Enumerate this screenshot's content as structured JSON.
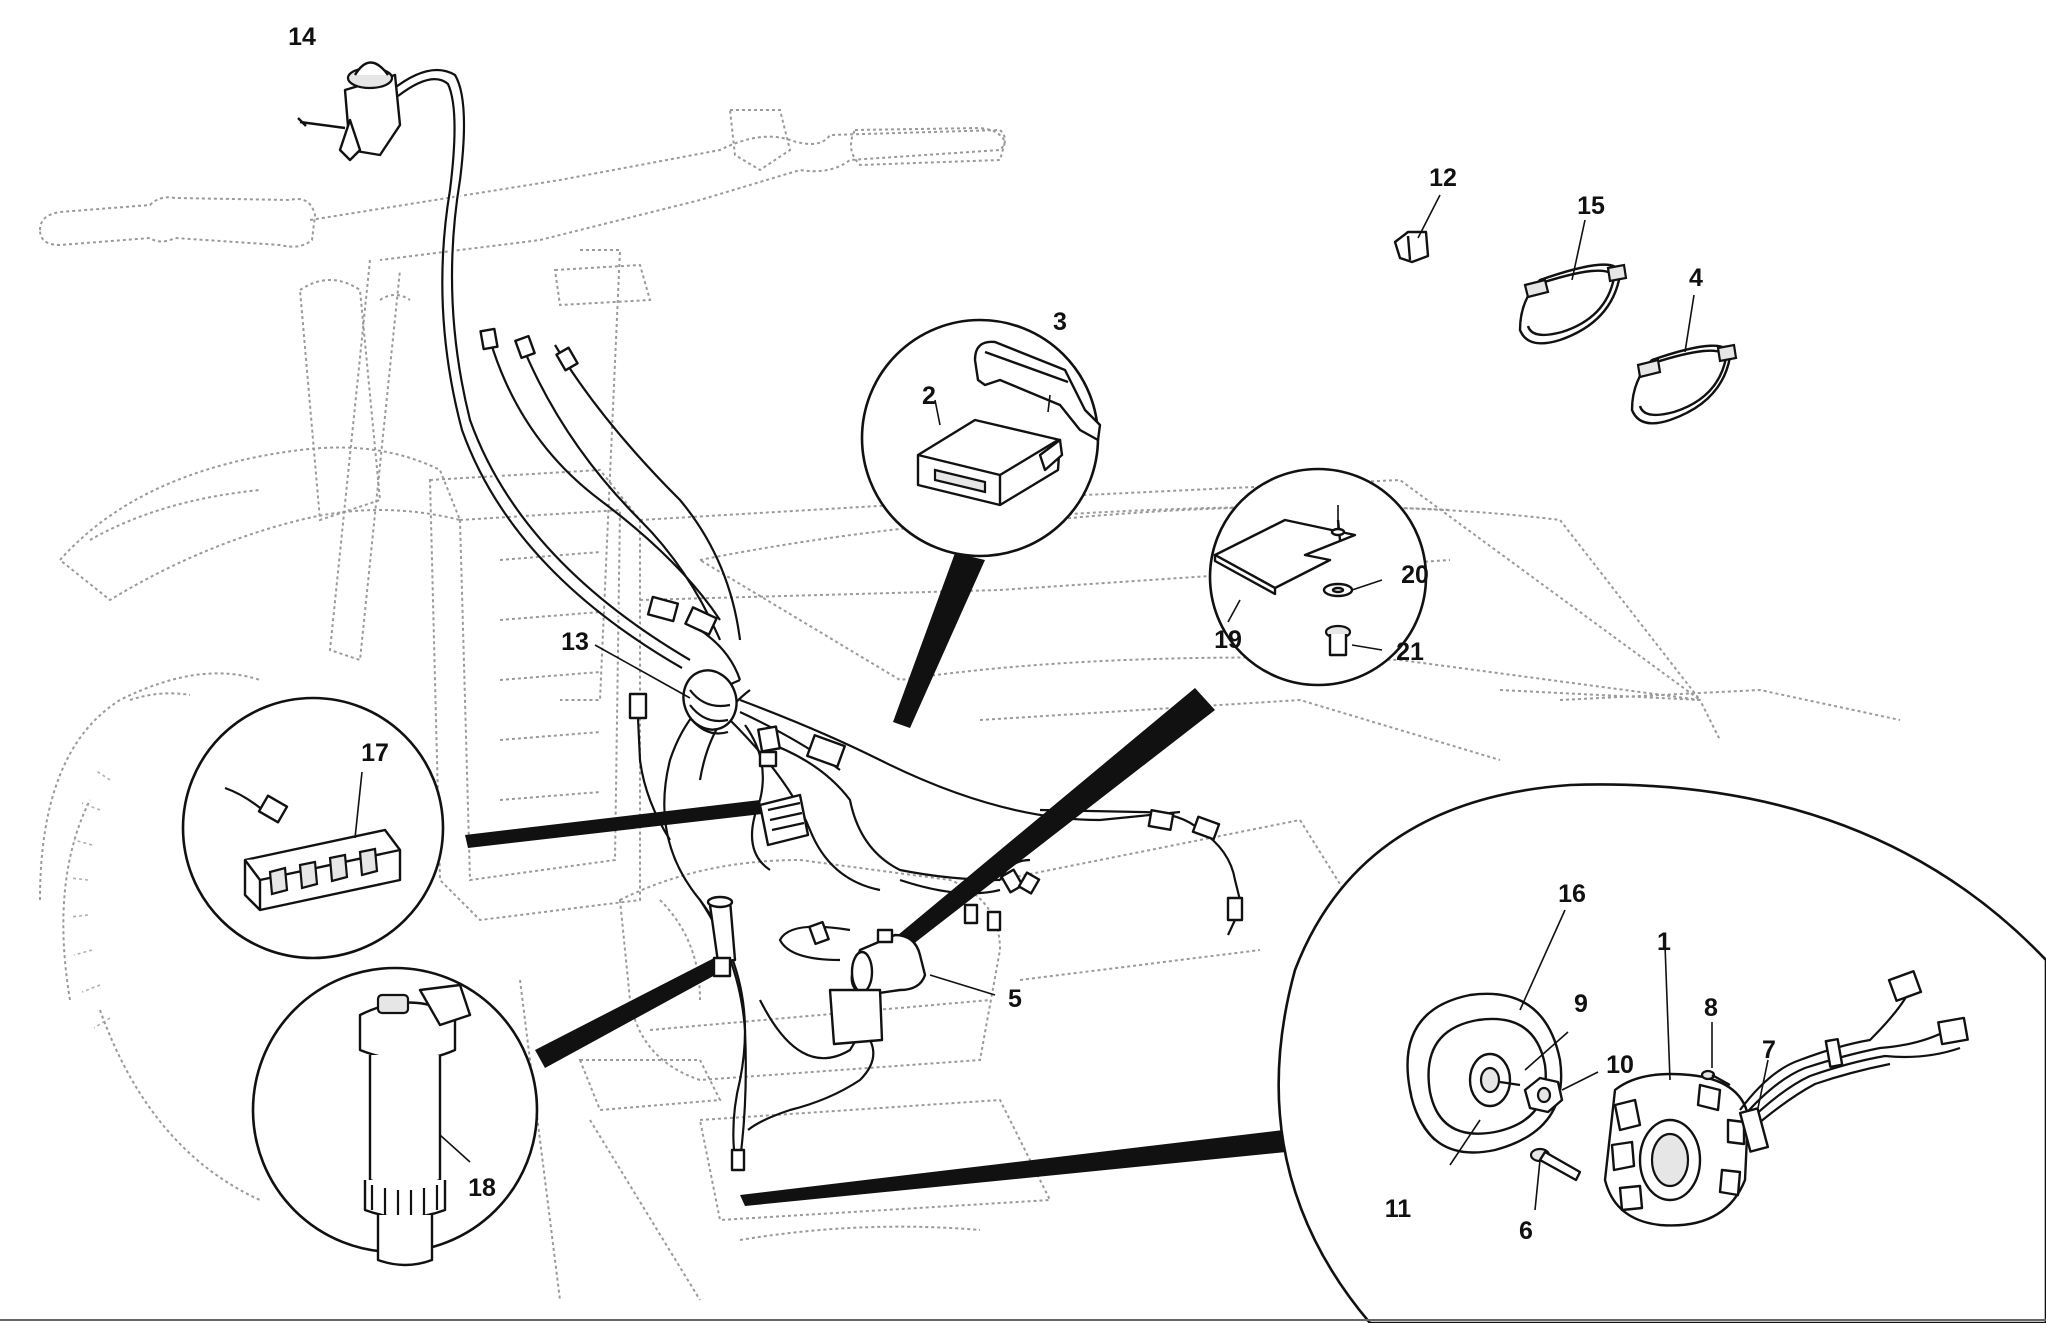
{
  "callouts": [
    {
      "id": "c14",
      "label": "14"
    },
    {
      "id": "c12",
      "label": "12"
    },
    {
      "id": "c15",
      "label": "15"
    },
    {
      "id": "c4",
      "label": "4"
    },
    {
      "id": "c3",
      "label": "3"
    },
    {
      "id": "c2",
      "label": "2"
    },
    {
      "id": "c13",
      "label": "13"
    },
    {
      "id": "c17",
      "label": "17"
    },
    {
      "id": "c20",
      "label": "20"
    },
    {
      "id": "c19",
      "label": "19"
    },
    {
      "id": "c21",
      "label": "21"
    },
    {
      "id": "c5",
      "label": "5"
    },
    {
      "id": "c16",
      "label": "16"
    },
    {
      "id": "c1",
      "label": "1"
    },
    {
      "id": "c9",
      "label": "9"
    },
    {
      "id": "c8",
      "label": "8"
    },
    {
      "id": "c10",
      "label": "10"
    },
    {
      "id": "c7",
      "label": "7"
    },
    {
      "id": "c11",
      "label": "11"
    },
    {
      "id": "c6",
      "label": "6"
    },
    {
      "id": "c18",
      "label": "18"
    }
  ]
}
